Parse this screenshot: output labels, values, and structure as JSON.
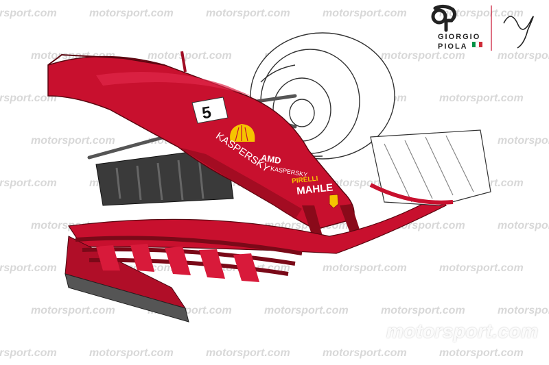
{
  "watermark": {
    "text": "motorsport.com"
  },
  "credit": {
    "first_name": "GIORGIO",
    "last_name": "PIOLA",
    "flag_colors": [
      "#009246",
      "#ffffff",
      "#ce2b37"
    ]
  },
  "car": {
    "number": "5",
    "sponsors": {
      "kaspersky_sidepod": "KASPERSKY",
      "amd": "AMD",
      "kaspersky_small": "KASPERSKY",
      "pirelli": "PIRELLI",
      "mahle": "MAHLE"
    },
    "colors": {
      "body": "#c8102e",
      "body_dark": "#8a0a1a",
      "carbon": "#2b2b2b",
      "shell": "#f5c400"
    }
  }
}
